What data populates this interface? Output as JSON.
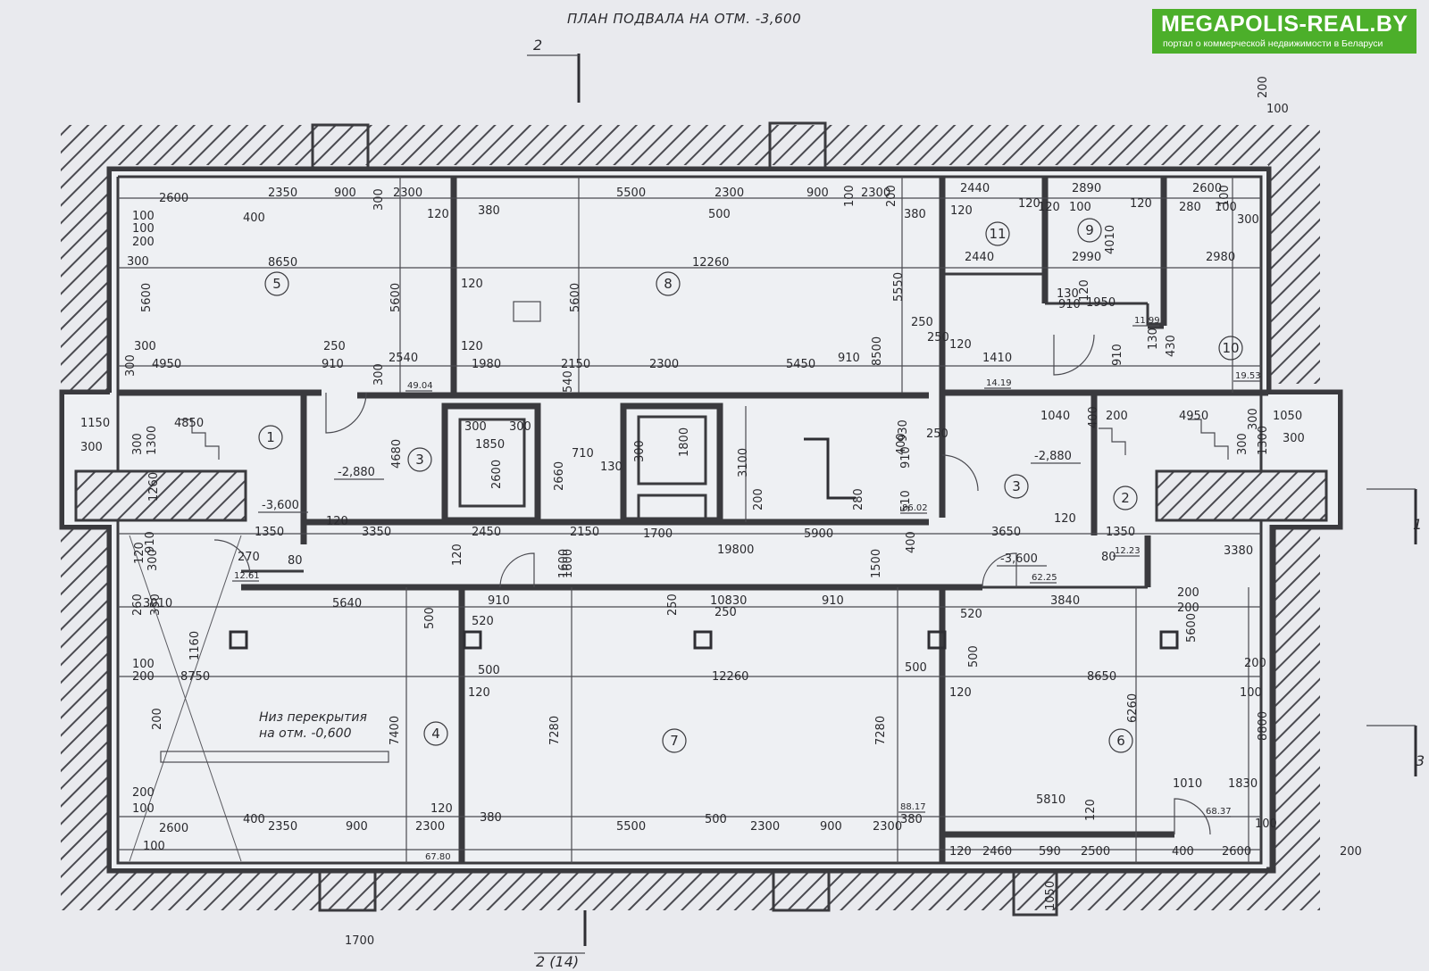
{
  "title": "ПЛАН ПОДВАЛА НА ОТМ. -3,600",
  "logo": {
    "name": "MEGAPOLIS-REAL.BY",
    "tagline": "портал о коммерческой недвижимости в Беларуси"
  },
  "note": {
    "line1": "Низ перекрытия",
    "line2": "на отм. -0,600"
  },
  "section_marks": {
    "top": "2",
    "bottom": "2 (14)",
    "right_1": "1",
    "right_3": "3"
  },
  "levels": {
    "l1": "-2,880",
    "l2": "-3,600",
    "l3": "-2,880",
    "l4": "-3,600"
  },
  "rooms": [
    "1",
    "2",
    "3",
    "3",
    "4",
    "5",
    "6",
    "7",
    "8",
    "9",
    "10",
    "11"
  ],
  "areas": [
    "49.04",
    "14.19",
    "11.99",
    "19.53",
    "86.02",
    "12.61",
    "62.25",
    "12.23",
    "88.17",
    "67.80",
    "68.37"
  ],
  "dims": {
    "top_row": [
      "2600",
      "2350",
      "900",
      "300",
      "2300",
      "5500",
      "2300",
      "900",
      "100",
      "2300",
      "200",
      "2440",
      "120",
      "2890",
      "120",
      "2600",
      "100"
    ],
    "top_row2": [
      "400",
      "120",
      "380",
      "500",
      "380",
      "120",
      "120",
      "100",
      "280",
      "100",
      "300"
    ],
    "spans": [
      "8650",
      "12260",
      "2440",
      "2990",
      "2980",
      "5600",
      "5600",
      "5600",
      "5550",
      "8500",
      "4010"
    ],
    "mid_row": [
      "4950",
      "910",
      "250",
      "2540",
      "1980",
      "2150",
      "2300",
      "5450",
      "910",
      "1410",
      "130",
      "910",
      "1950",
      "1040",
      "200",
      "4950",
      "1050"
    ],
    "stair_row": [
      "1150",
      "4850",
      "300",
      "300",
      "1300",
      "1850",
      "300",
      "300",
      "710",
      "130",
      "300",
      "1800",
      "3100",
      "200",
      "300",
      "300",
      "1300",
      "300"
    ],
    "core_row": [
      "1350",
      "3350",
      "2450",
      "2150",
      "1700",
      "5900",
      "3650",
      "1350",
      "19800",
      "270",
      "80",
      "120",
      "80",
      "120",
      "3380"
    ],
    "lower_row": [
      "3010",
      "5640",
      "910",
      "10830",
      "910",
      "3840",
      "520",
      "520",
      "250",
      "250",
      "200",
      "200"
    ],
    "lower_spans": [
      "8750",
      "12260",
      "8650",
      "7400",
      "7280",
      "7280",
      "6260",
      "8800",
      "4680",
      "2660",
      "2600",
      "1600"
    ],
    "bottom_row": [
      "2600",
      "2350",
      "900",
      "2300",
      "5500",
      "2300",
      "900",
      "2300",
      "120",
      "2460",
      "590",
      "2500",
      "400",
      "2600",
      "200"
    ],
    "bottom_row2": [
      "400",
      "120",
      "380",
      "500",
      "380",
      "5810",
      "1010",
      "1830",
      "120",
      "100",
      "1700",
      "1050"
    ],
    "misc": [
      "100",
      "100",
      "200",
      "300",
      "300",
      "300",
      "300",
      "120",
      "120",
      "120",
      "500",
      "500",
      "500",
      "500",
      "200",
      "100",
      "200",
      "100",
      "200",
      "100",
      "120",
      "120",
      "540",
      "1600",
      "1500",
      "400",
      "400",
      "930",
      "250",
      "910",
      "510",
      "280",
      "120",
      "250",
      "250",
      "130",
      "430",
      "910",
      "120",
      "120",
      "300",
      "1260",
      "910",
      "260",
      "350",
      "1160",
      "400",
      "200",
      "5600",
      "200",
      "100",
      "100"
    ]
  }
}
